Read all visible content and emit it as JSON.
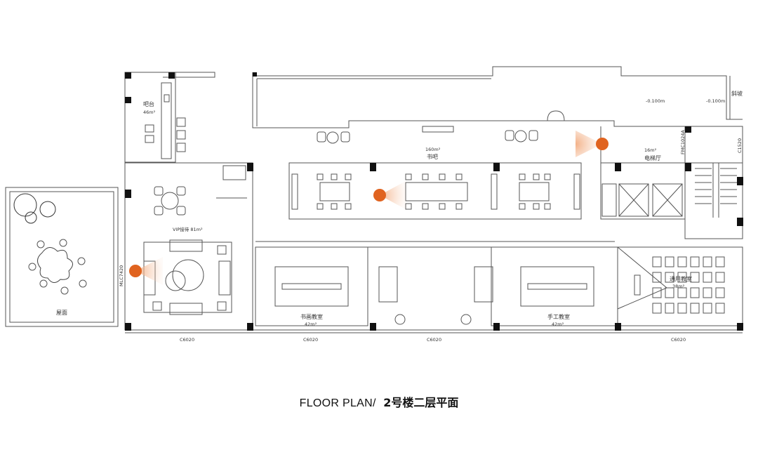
{
  "caption": {
    "english": "FLOOR PLAN/",
    "chinese": "2号楼二层平面"
  },
  "rooms": {
    "bar": {
      "name": "吧台",
      "area": "46m²"
    },
    "vip": {
      "name": "VIP接待 81m²"
    },
    "roof": {
      "name": "屋面"
    },
    "library": {
      "area": "160m²",
      "name": "书吧"
    },
    "elevator_hall": {
      "area": "16m²",
      "name": "电梯厅"
    },
    "calligraphy": {
      "name": "书画教室",
      "area": "42m²"
    },
    "craft": {
      "name": "手工教室",
      "area": "42m²"
    },
    "general": {
      "name": "通用教室",
      "area": "38m²"
    }
  },
  "annotations": {
    "elev_a": "-0.100m",
    "elev_b": "-0.100m",
    "ramp": "斜坡",
    "door_fm": "FMC1024A",
    "door_c1520": "C1520",
    "window_mlc": "MLC7420",
    "window_c6020_1": "C6020",
    "window_c6020_2": "C6020",
    "window_c6020_3": "C6020",
    "window_c6020_4": "C6020"
  },
  "colors": {
    "wall": "#111111",
    "line": "#555555",
    "spotlight": "#e0631f",
    "caption": "#111111"
  }
}
